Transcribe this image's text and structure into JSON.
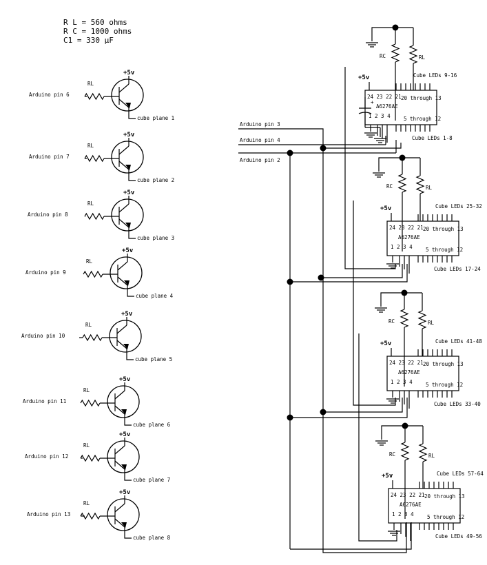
{
  "legend": {
    "rl": "R L = 560 ohms",
    "rc": "R C = 1000 ohms",
    "c1": "C1 = 330 µF"
  },
  "transistor_stages": [
    {
      "input": "Arduino pin 6",
      "resistor": "RL",
      "supply": "+5v",
      "output": "cube plane 1"
    },
    {
      "input": "Arduino pin 7",
      "resistor": "RL",
      "supply": "+5v",
      "output": "cube plane 2"
    },
    {
      "input": "Arduino pin 8",
      "resistor": "RL",
      "supply": "+5v",
      "output": "cube plane 3"
    },
    {
      "input": "Arduino pin 9",
      "resistor": "RL",
      "supply": "+5v",
      "output": "cube plane 4"
    },
    {
      "input": "Arduino pin 10",
      "resistor": "RL",
      "supply": "+5v",
      "output": "cube plane 5"
    },
    {
      "input": "Arduino pin 11",
      "resistor": "RL",
      "supply": "+5v",
      "output": "cube plane 6"
    },
    {
      "input": "Arduino pin 12",
      "resistor": "RL",
      "supply": "+5v",
      "output": "cube plane 7"
    },
    {
      "input": "Arduino pin 13",
      "resistor": "RL",
      "supply": "+5v",
      "output": "cube plane 8"
    }
  ],
  "bus_inputs": [
    "Arduino pin 3",
    "Arduino pin 4",
    "Arduino pin 2"
  ],
  "drivers": [
    {
      "chip": "A6276AE",
      "pins_top": "24 23 22 21",
      "pins_bottom": "1 2 3 4",
      "range_top": "20 through 13",
      "range_bottom": "5 through 12",
      "leds_top": "Cube LEDs 9-16",
      "leds_bottom": "Cube LEDs 1-8",
      "supply": "+5v",
      "rc": "RC",
      "rl": "RL",
      "cap_plus": "+"
    },
    {
      "chip": "A6276AE",
      "pins_top": "24 23 22 21",
      "pins_bottom": "1 2 3 4",
      "range_top": "20 through 13",
      "range_bottom": "5 through 12",
      "leds_top": "Cube LEDs 25-32",
      "leds_bottom": "Cube LEDs 17-24",
      "supply": "+5v",
      "rc": "RC",
      "rl": "RL"
    },
    {
      "chip": "A6276AE",
      "pins_top": "24 23 22 21",
      "pins_bottom": "1 2 3 4",
      "range_top": "20 through 13",
      "range_bottom": "5 through 12",
      "leds_top": "Cube LEDs 41-48",
      "leds_bottom": "Cube LEDs 33-40",
      "supply": "+5v",
      "rc": "RC",
      "rl": "RL"
    },
    {
      "chip": "A6276AE",
      "pins_top": "24 23 22 21",
      "pins_bottom": "1 2 3 4",
      "range_top": "20 through 13",
      "range_bottom": "5 through 12",
      "leds_top": "Cube LEDs 57-64",
      "leds_bottom": "Cube LEDs 49-56",
      "supply": "+5v",
      "rc": "RC",
      "rl": "RL"
    }
  ]
}
